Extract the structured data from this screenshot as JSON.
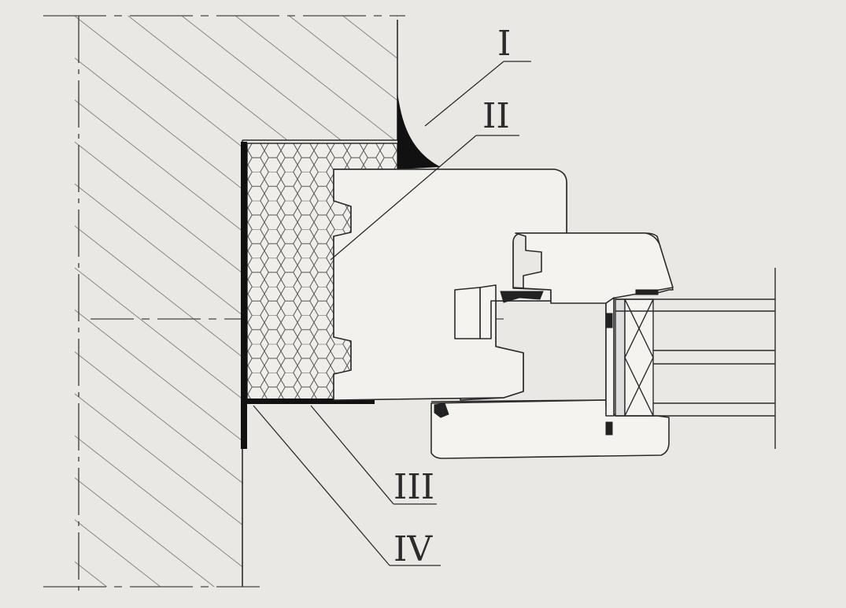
{
  "callouts": [
    {
      "id": "I",
      "label": "I"
    },
    {
      "id": "II",
      "label": "II"
    },
    {
      "id": "III",
      "label": "III"
    },
    {
      "id": "IV",
      "label": "IV"
    }
  ],
  "colors": {
    "background": "#e9e8e5",
    "line": "#2b2b2b",
    "hatch": "#6e6e6e",
    "foam_fill": "#efeeea",
    "sealant": "#111111"
  },
  "components": [
    "wall-hatch",
    "insulation-foam",
    "vapor-barrier-membrane",
    "sealant-bead",
    "window-frame-profile",
    "window-sash-profile",
    "glazing-unit"
  ]
}
